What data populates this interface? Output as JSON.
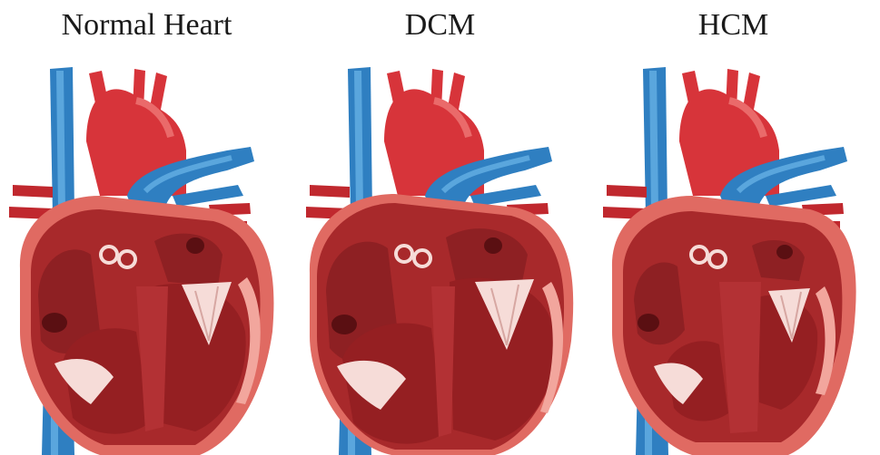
{
  "titles": {
    "normal": "Normal Heart",
    "dcm": "DCM",
    "hcm": "HCM"
  },
  "colors": {
    "vein_blue": "#2f7fc1",
    "vein_blue_light": "#5aa6dd",
    "artery_red": "#d7343a",
    "artery_red_light": "#ea6a6a",
    "myocardium": "#a8292b",
    "myocardium_dark": "#7a1a1c",
    "wall_outer": "#e06a62",
    "wall_light": "#f2a69d",
    "valve_white": "#f6dcd8"
  }
}
